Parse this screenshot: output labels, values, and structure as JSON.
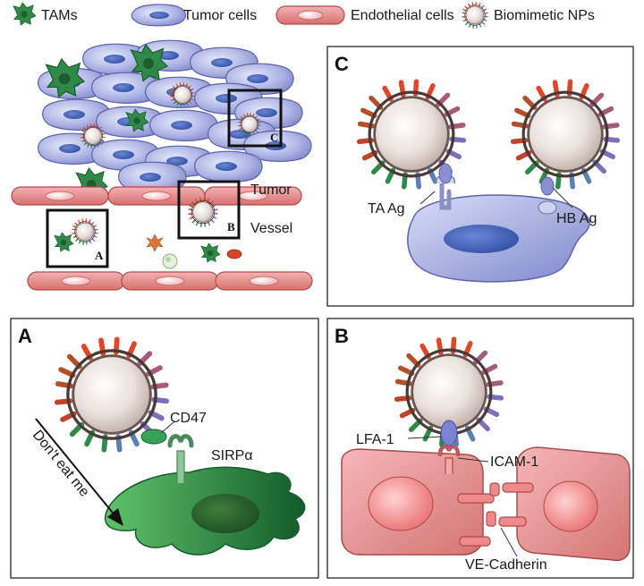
{
  "legend": {
    "tams": "TAMs",
    "tumor_cells": "Tumor cells",
    "endothelial_cells": "Endothelial cells",
    "biomimetic_nps": "Biomimetic NPs"
  },
  "overview": {
    "tumor_label": "Tumor",
    "vessel_label": "Vessel",
    "box_a": "A",
    "box_b": "B",
    "box_c": "C"
  },
  "panel_a": {
    "letter": "A",
    "cd47": "CD47",
    "sirpa": "SIRPα",
    "dont_eat_me": "Don't eat me"
  },
  "panel_b": {
    "letter": "B",
    "lfa1": "LFA-1",
    "icam1": "ICAM-1",
    "ve_cadherin": "VE-Cadherin"
  },
  "panel_c": {
    "letter": "C",
    "ta_ag": "TA Ag",
    "hb_ag": "HB Ag"
  },
  "colors": {
    "tam_green": "#2f8a4a",
    "tumor_blue": "#aeb6e6",
    "endothelial_pink": "#e68a8a",
    "membrane_red": "#e0462a"
  }
}
